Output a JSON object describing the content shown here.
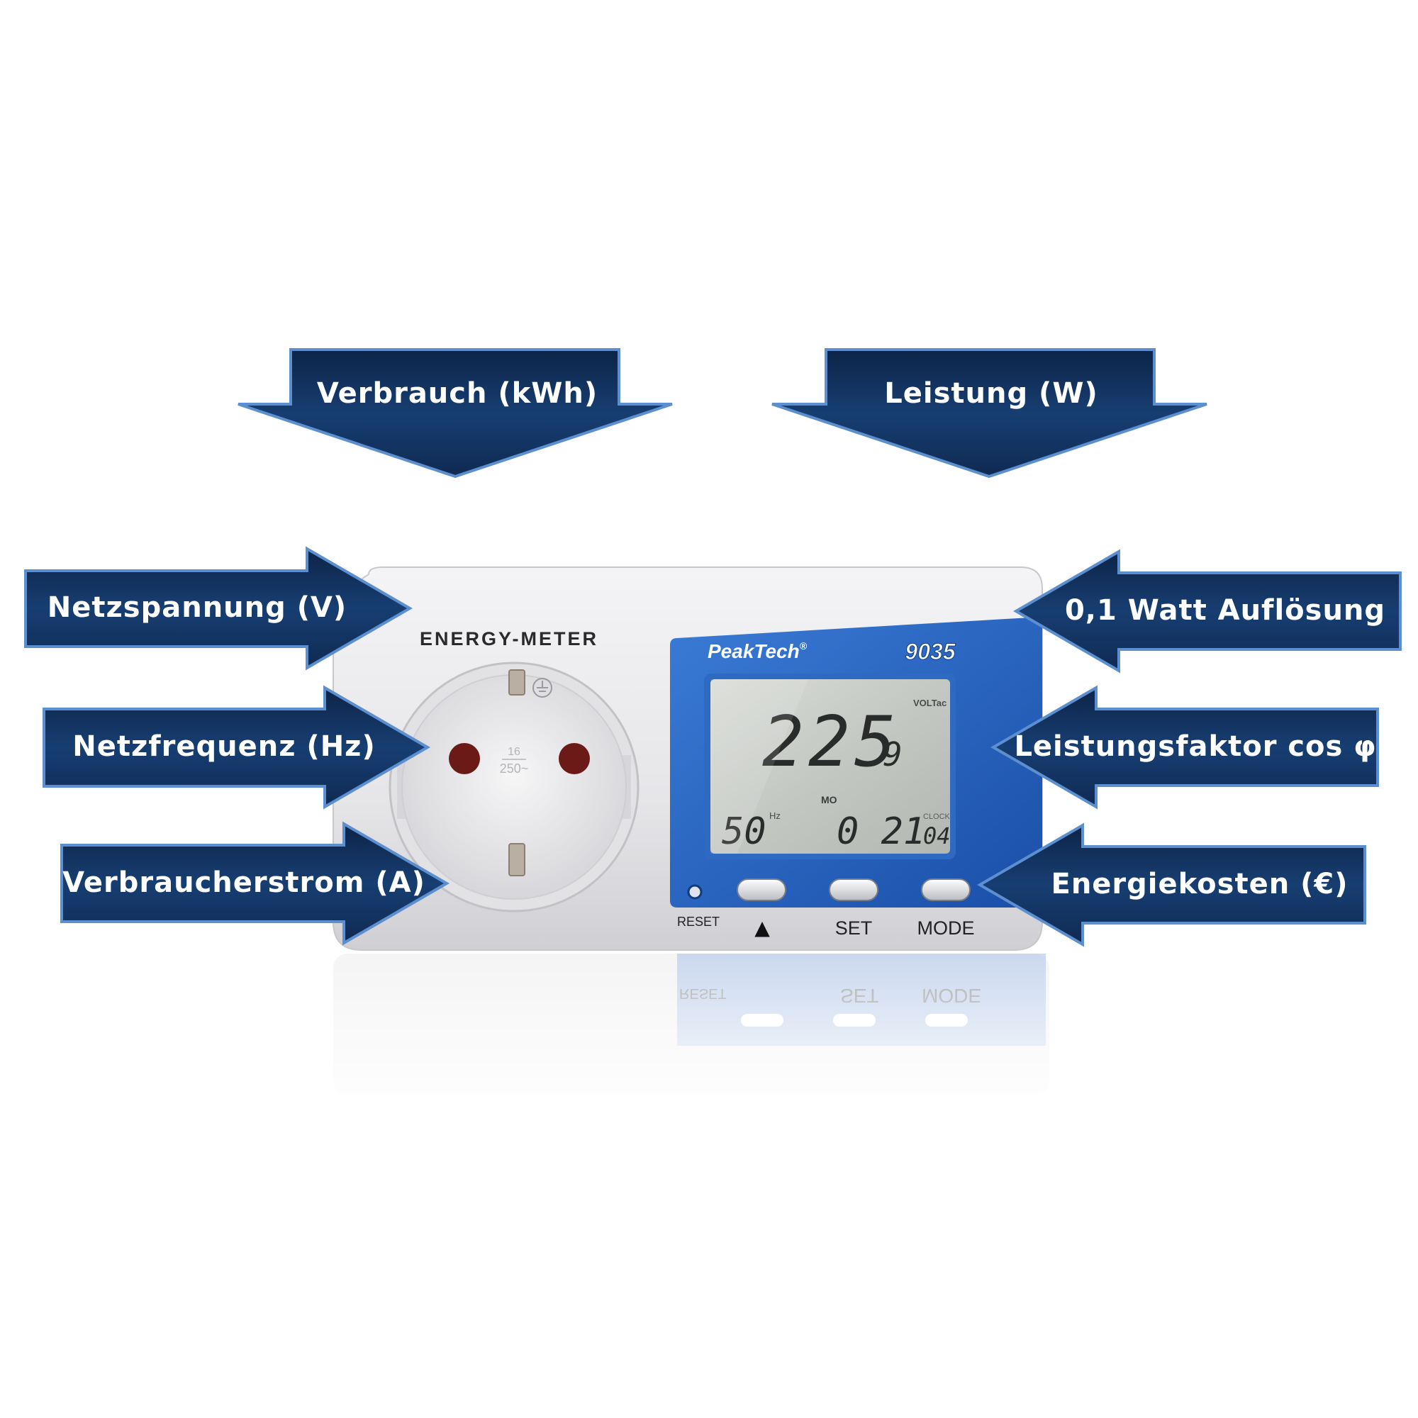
{
  "product": {
    "device_label": "ENERGY-METER",
    "brand": "PeakTech",
    "brand_mark": "®",
    "model": "9035"
  },
  "socket": {
    "rating_top": "16",
    "rating_bottom": "250~"
  },
  "lcd": {
    "main_value": "225",
    "main_decimal": "9",
    "main_unit": "VOLTac",
    "frequency_value": "50",
    "frequency_unit": "Hz",
    "mode_indicator": "MO",
    "clock_value": "0 21",
    "clock_small": "04",
    "clock_label": "CLOCK"
  },
  "buttons": {
    "reset": "RESET",
    "up": "▲",
    "set": "SET",
    "mode": "MODE"
  },
  "callouts": {
    "verbrauch": "Verbrauch (kWh)",
    "leistung": "Leistung (W)",
    "netzspannung": "Netzspannung (V)",
    "netzfrequenz": "Netzfrequenz (Hz)",
    "verbraucherstrom": "Verbraucherstrom (A)",
    "aufloesung": "0,1 Watt Auflösung",
    "leistungsfaktor": "Leistungsfaktor cos φ",
    "energiekosten": "Energiekosten (€)"
  },
  "colors": {
    "arrow_dark": "#0f2a52",
    "arrow_light": "#1f4f8c",
    "arrow_border": "#5b8fd0",
    "device_body": "#ececee",
    "device_blue": "#1d5bb8",
    "lcd_background": "#c9cdc8",
    "lcd_segment": "#2a2c2c"
  }
}
